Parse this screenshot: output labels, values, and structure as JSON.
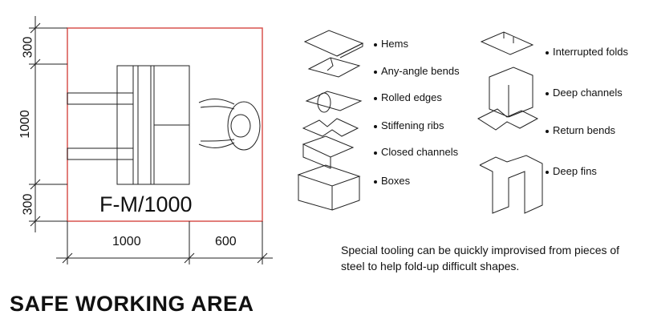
{
  "title": "SAFE WORKING AREA",
  "plan": {
    "label": "F-M/1000",
    "dimensions": {
      "top_height": "300",
      "middle_height": "1000",
      "bottom_height": "300",
      "bottom_width_left": "1000",
      "bottom_width_right": "600"
    }
  },
  "bends": {
    "left_column": [
      "Hems",
      "Any-angle bends",
      "Rolled edges",
      "Stiffening ribs",
      "Closed channels",
      "Boxes"
    ],
    "right_column": [
      "Interrupted folds",
      "Deep channels",
      "Return bends",
      "Deep fins"
    ]
  },
  "caption": "Special tooling can be quickly improvised from pieces of steel to help fold-up difficult shapes.",
  "colors": {
    "work_area_border": "#d9534f",
    "line": "#222222"
  }
}
